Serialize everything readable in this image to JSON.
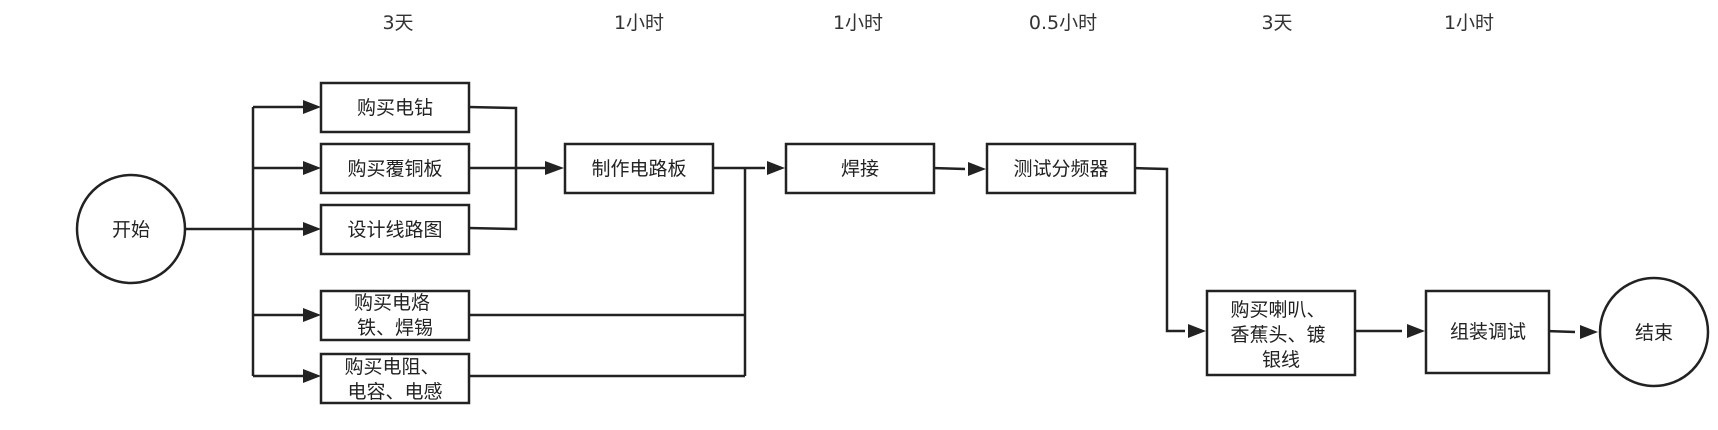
{
  "durations": [
    "3天",
    "1小时",
    "1小时",
    "0.5小时",
    "3天",
    "1小时"
  ],
  "nodes": {
    "start": "开始",
    "buy_drill": "购买电钻",
    "buy_copper_board": "购买覆铜板",
    "design_circuit": "设计线路图",
    "buy_iron_solder": [
      "购买电烙",
      "铁、焊锡"
    ],
    "buy_rlc": [
      "购买电阻、",
      "电容、电感"
    ],
    "make_board": "制作电路板",
    "soldering": "焊接",
    "test_divider": "测试分频器",
    "buy_speaker": [
      "购买喇叭、",
      "香蕉头、镀",
      "银线"
    ],
    "assemble_debug": "组装调试",
    "end": "结束"
  },
  "colors": {
    "stroke": "#222222",
    "fill": "#ffffff",
    "text": "#222222"
  }
}
